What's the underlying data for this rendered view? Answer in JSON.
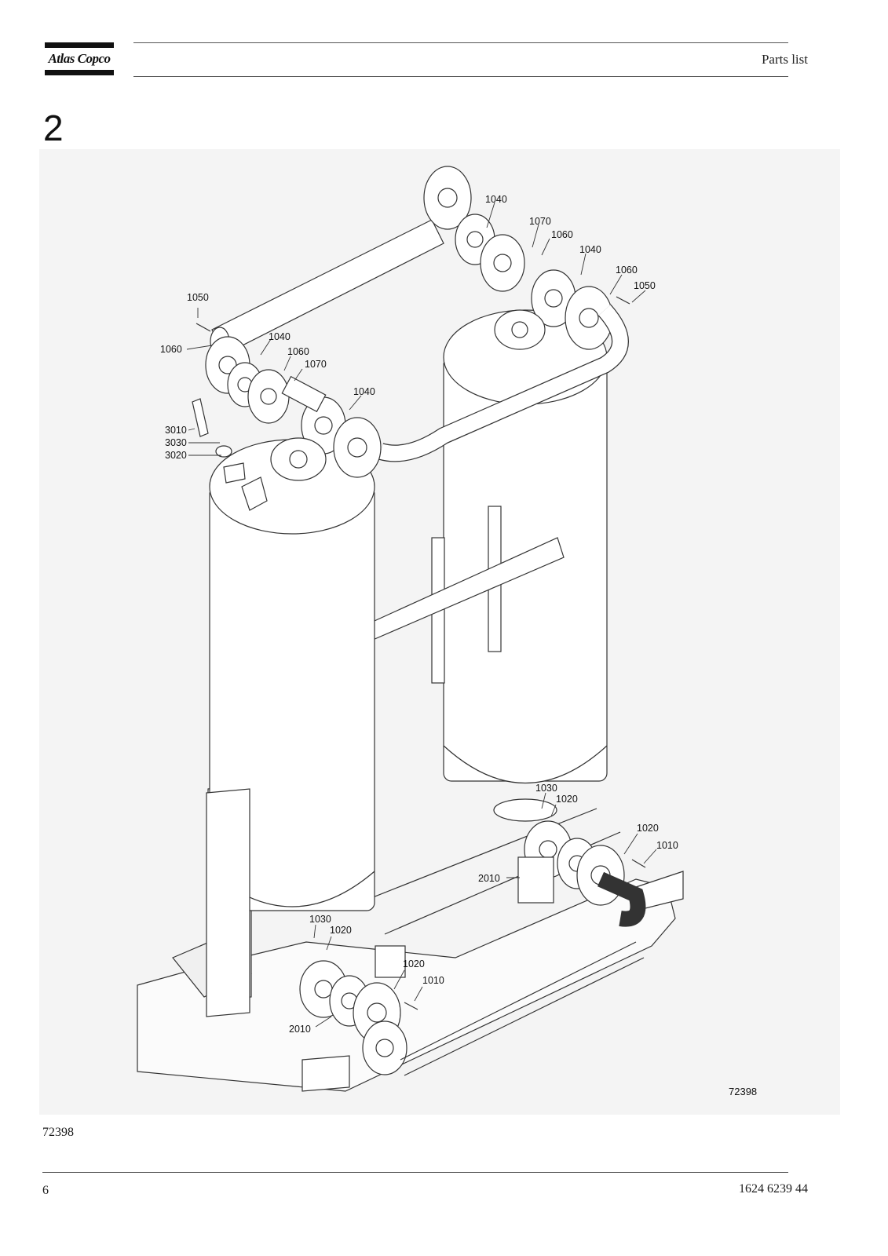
{
  "header": {
    "brand": "Atlas Copco",
    "title": "Parts list"
  },
  "section_number": "2",
  "figure": {
    "id_label": "72398",
    "callouts": [
      {
        "text": "1040"
      },
      {
        "text": "1070"
      },
      {
        "text": "1060"
      },
      {
        "text": "1040"
      },
      {
        "text": "1060"
      },
      {
        "text": "1050"
      },
      {
        "text": "1050"
      },
      {
        "text": "1060"
      },
      {
        "text": "1040"
      },
      {
        "text": "1060"
      },
      {
        "text": "1070"
      },
      {
        "text": "1040"
      },
      {
        "text": "3010"
      },
      {
        "text": "3030"
      },
      {
        "text": "3020"
      },
      {
        "text": "1030"
      },
      {
        "text": "1020"
      },
      {
        "text": "1020"
      },
      {
        "text": "1010"
      },
      {
        "text": "2010"
      },
      {
        "text": "1030"
      },
      {
        "text": "1020"
      },
      {
        "text": "1020"
      },
      {
        "text": "1010"
      },
      {
        "text": "2010"
      }
    ]
  },
  "image_ref": "72398",
  "footer": {
    "page_number": "6",
    "doc_number": "1624 6239 44"
  }
}
